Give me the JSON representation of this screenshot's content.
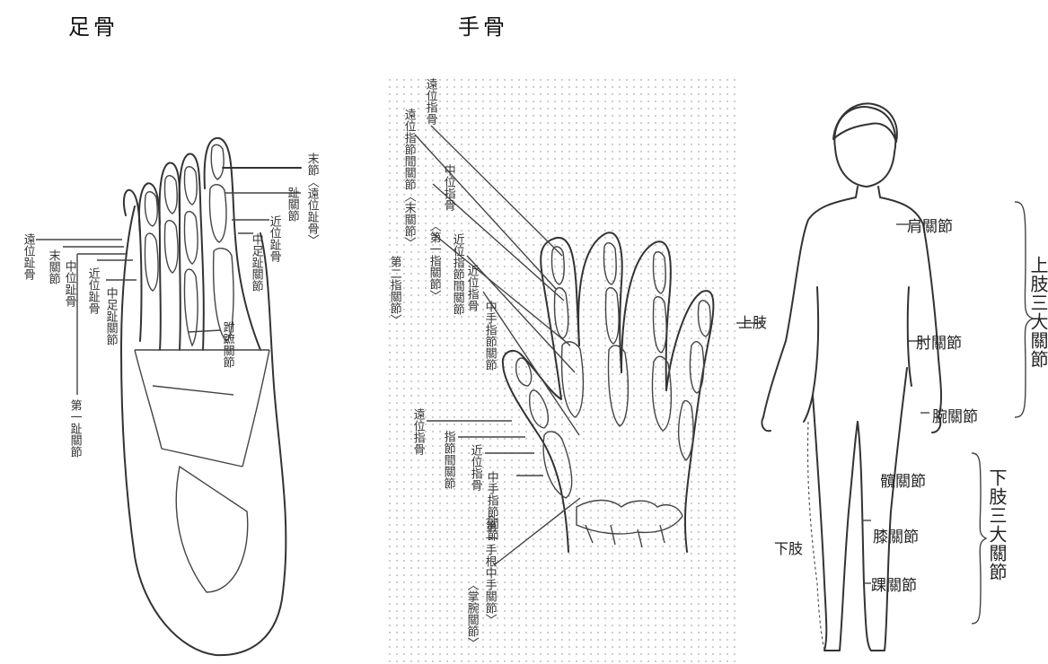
{
  "foot_title": "足骨",
  "hand_title": "手骨",
  "foot_labels": {
    "distal_phalanx": "遠位趾骨",
    "end_joint": "末關節",
    "middle_phalanx": "中位趾骨",
    "proximal_phalanx_left": "近位趾骨",
    "midfoot_joint_left": "中足趾關節",
    "first_toe_joint": "第一趾關節",
    "end_joint_distal": "末節〈遠位趾骨〉",
    "toe_joint": "趾關節",
    "proximal_phalanx_right": "近位趾骨",
    "midfoot_joint_right": "中足趾關節",
    "tarsometatarsal_joint": "跗蹠關節"
  },
  "hand_labels": {
    "distal_phalanx_top": "遠位指骨",
    "distal_interphalangeal": "遠位指節間關節〈末關節〉",
    "second_finger_joint": "第二指關節〉",
    "middle_phalanx": "中位指骨",
    "proximal_interphalangeal": "〈第一指關節〉",
    "proximal_interphalangeal_joint": "近位指節間關節",
    "proximal_phalanx": "近位指骨",
    "metacarpophalangeal": "中手指節關節",
    "distal_phalanx_thumb": "遠位指骨",
    "interphalangeal": "指節間關節",
    "proximal_phalanx_thumb": "近位指骨",
    "metacarpophalangeal_thumb": "中手指節關節",
    "first_carpometacarpal": "〈第一手根中手關節〉",
    "wrist_joint": "〈掌腕關節〉"
  },
  "body_labels": {
    "shoulder": "肩關節",
    "elbow": "肘關節",
    "wrist": "腕關節",
    "upper_limb": "上肢",
    "upper_three": "上肢三大關節",
    "hip": "髖關節",
    "knee": "膝關節",
    "ankle": "踝關節",
    "lower_limb": "下肢",
    "lower_three": "下肢三大關節"
  }
}
